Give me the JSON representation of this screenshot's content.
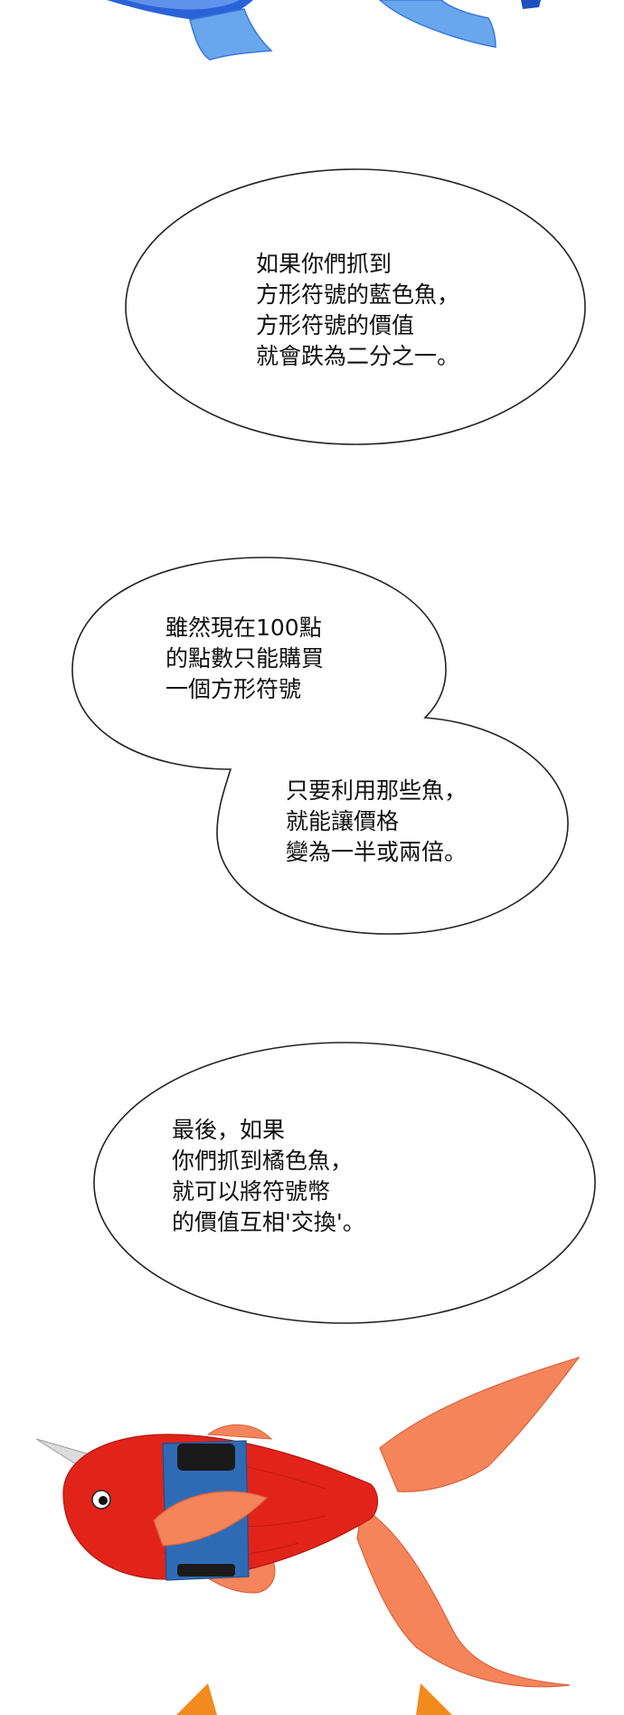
{
  "bubbles": [
    {
      "text": "如果你們抓到\n方形符號的藍色魚，\n方形符號的價值\n就會跌為二分之一。"
    },
    {
      "text": "雖然現在100點\n的點數只能購買\n一個方形符號"
    },
    {
      "text": "只要利用那些魚，\n就能讓價格\n變為一半或兩倍。"
    },
    {
      "text": "最後，如果\n你們抓到橘色魚，\n就可以將符號幣\n的價值互相'交換'。"
    }
  ],
  "colors": {
    "blue_fish": "#2a62d8",
    "blue_fin": "#6aa6ee",
    "orange_fish_body": "#e2231a",
    "orange_fin": "#f5845a",
    "harness": "#2f6bb5",
    "bubble_outline": "#222222"
  }
}
